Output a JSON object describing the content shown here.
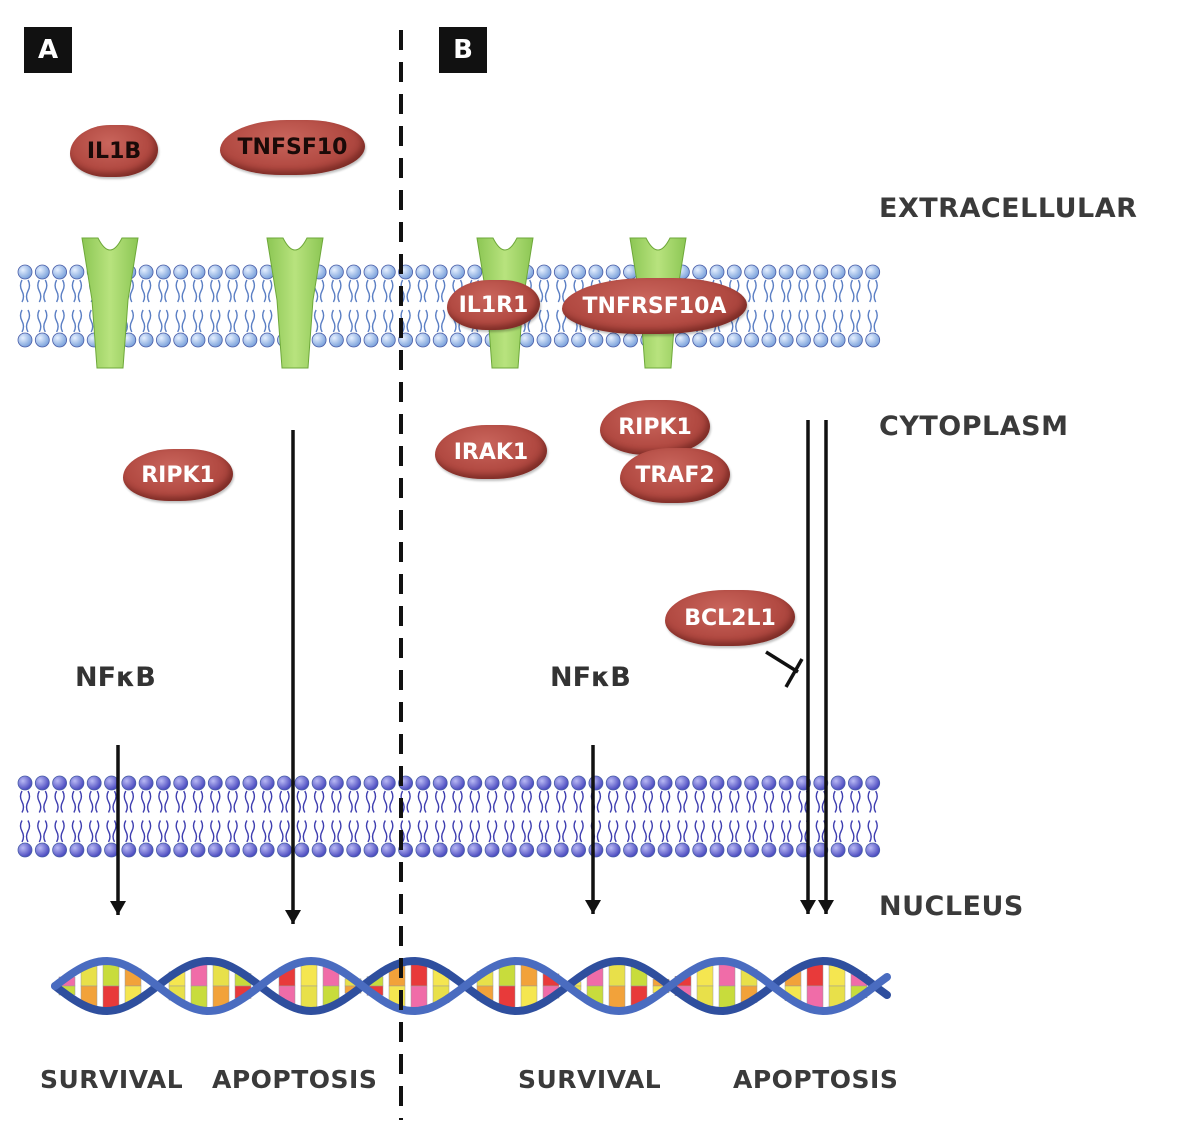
{
  "panels": {
    "a": "A",
    "b": "B"
  },
  "regions": {
    "extracellular": "EXTRACELLULAR",
    "cytoplasm": "CYTOPLASM",
    "nucleus": "NUCLEUS"
  },
  "panel_a": {
    "ligands": {
      "il1b": "IL1B",
      "tnfsf10": "TNFSF10"
    },
    "ripk1": "RIPK1",
    "nfkb": "NFκB",
    "survival": "SURVIVAL",
    "apoptosis": "APOPTOSIS"
  },
  "panel_b": {
    "il1r1": "IL1R1",
    "tnfrsf10a": "TNFRSF10A",
    "irak1": "IRAK1",
    "ripk1": "RIPK1",
    "traf2": "TRAF2",
    "bcl2l1": "BCL2L1",
    "nfkb": "NFκB",
    "survival": "SURVIVAL",
    "apoptosis": "APOPTOSIS"
  },
  "colors": {
    "protein": "#b24a42",
    "receptor": "#9fd36a",
    "membrane_outer": "#a9c6ee",
    "membrane_inner": "#6a6ad0",
    "dna_backbone": "#2f4f9e",
    "arrow": "#111111"
  }
}
